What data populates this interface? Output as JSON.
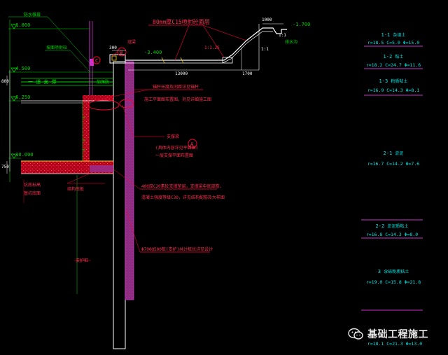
{
  "colors": {
    "background": "#000000",
    "pile": "#9a2c87",
    "beam": "#d2001c",
    "green": "#00d200",
    "white": "#ffffff",
    "red": "#ff0033",
    "cyan": "#00e6e6",
    "magenta": "#cc33cc",
    "yellow": "#ffd200"
  },
  "section": {
    "elev_ground_left": "-1.800",
    "elev_top": "-4.500",
    "elev_mid": "-6.250",
    "elev_bottom": "-10.000",
    "elev_excavation": "-3.400",
    "elev_natural_ground": "-1.700",
    "label_waterproof": "防水帷幕",
    "label_slope": "坡面喷射砼",
    "label_strut1": "一 道 支 撑",
    "label_stiffener": "加强肋",
    "label_concrete_top": "80mm厚C15喷射砼面层",
    "label_crown_beam": "冠梁",
    "label_drain": "排水沟",
    "label_slope_ratio": "1:1.25",
    "label_ratio_right": "1:1",
    "label_ratio_top": "1:1",
    "label_note1a": "锚杆长度及间距详见锚杆",
    "label_note1b": "施工平面图布置图，另见详细施工图",
    "label_support": "支撑梁",
    "label_support_note": "(具体内容详见平面图)",
    "label_support_note2": "一层支撑平面布置图",
    "label_grid": "400厚C20素砼支撑垫层，支撑梁中底部筋，",
    "label_grid2": "混凝土强度等级C30，详见结构配筋及大样图",
    "label_pile": "Φ700@500桩(支护)共计桩长详见设计",
    "label_embed": "支护桩",
    "label_bottom_left1": "坑底标高",
    "label_bottom_left2": "基坑底面",
    "label_base": "结构底板",
    "dim_width": "13000",
    "dim_h1": "1700",
    "dim_h2": "1000",
    "dim_h3": "300",
    "dim_left1": "800",
    "dim_left2": "750",
    "dim_h4": "300",
    "mark_c": "C",
    "mark_b": "B",
    "mark_a": "A"
  },
  "soil_layers": [
    {
      "id": "1-1",
      "name": "杂填土",
      "params": "r=18.5 C=5.0 Φ=15.0"
    },
    {
      "id": "1-2",
      "name": "粘土",
      "params": "r=18.2 C=24.7 Φ=11.6"
    },
    {
      "id": "1-3",
      "name": "粉质粘土",
      "params": "r=16.9 C=14.3 Φ=8.1"
    },
    {
      "id": "2-1",
      "name": "淤泥",
      "params": "r=16.7 C=14.2 Φ=7.6"
    },
    {
      "id": "2-2",
      "name": "淤泥质粘土",
      "params": "r=16.8 C=14.3 Φ=8.0"
    },
    {
      "id": "3",
      "name": "含砾粉质粘土",
      "params": "r=19.0 C=15.8 Φ=21.8"
    },
    {
      "id": "",
      "name": "",
      "params": "r=18.1 C=21.3 Φ=13.0"
    }
  ],
  "watermark": {
    "text": "基础工程施工",
    "icon": "wechat-icon"
  }
}
